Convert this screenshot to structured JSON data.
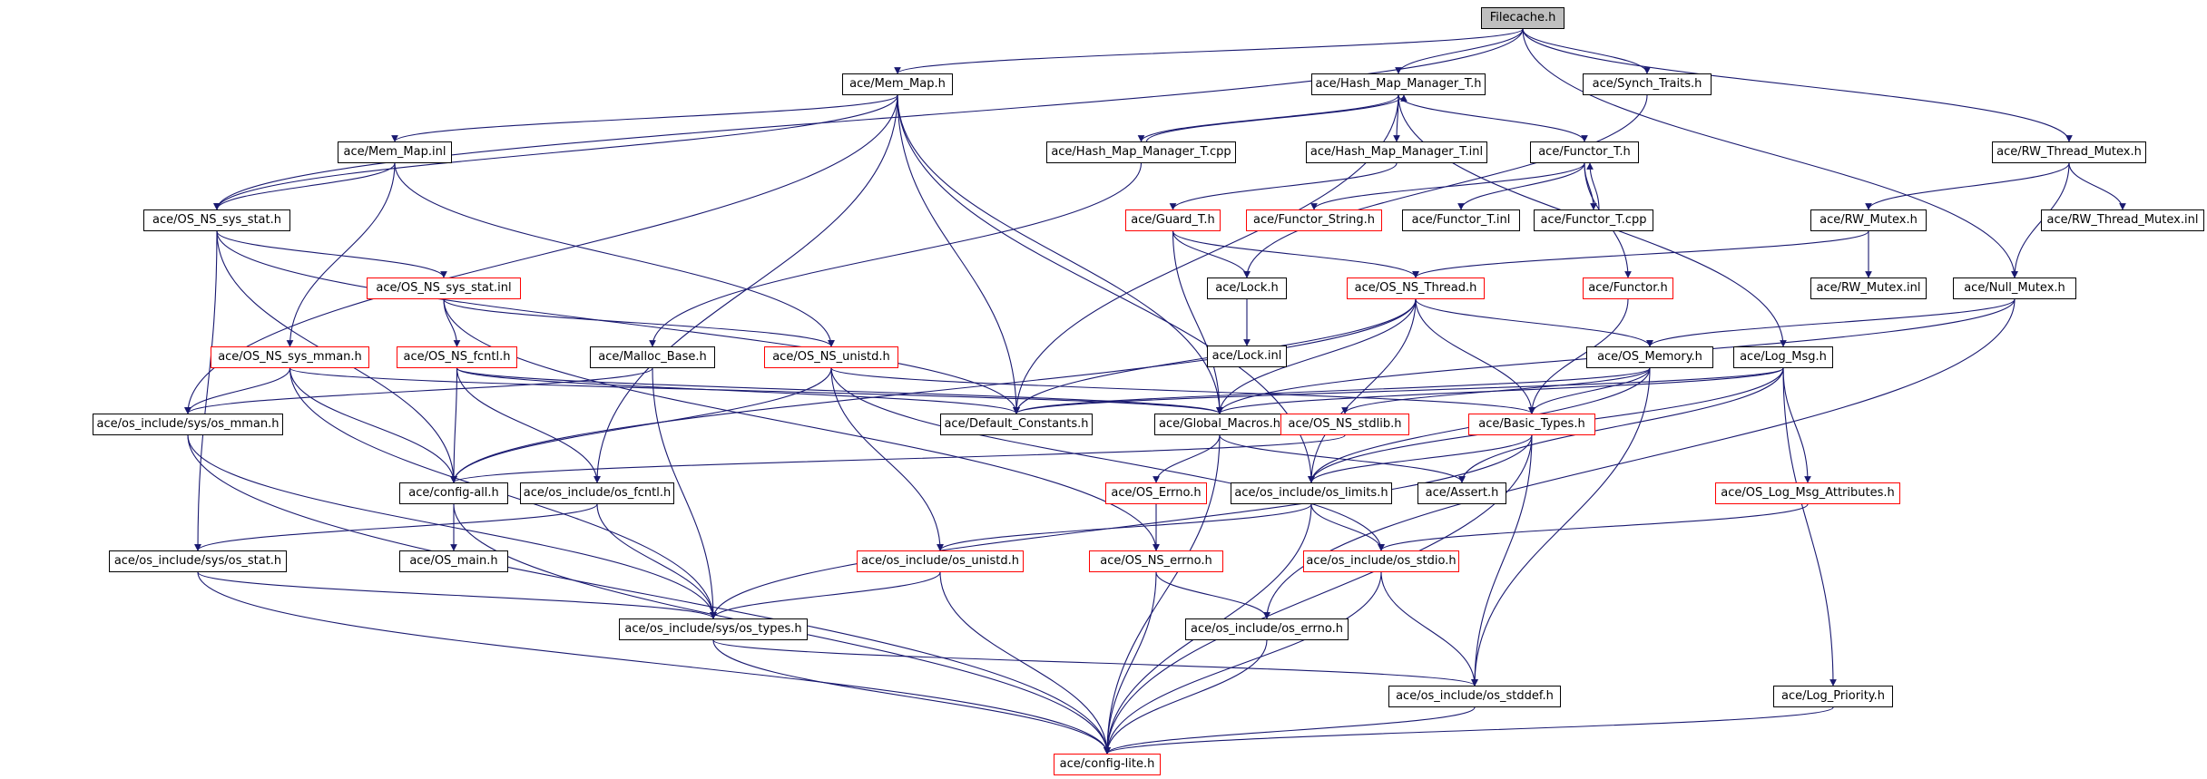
{
  "graph": {
    "root": "Filecache.h",
    "colors": {
      "edge": "#191970",
      "box_border": "#000000",
      "incomplete_border": "#ff0000",
      "root_fill": "#bfbfbf"
    },
    "nodes": {
      "filecache": "Filecache.h",
      "mem_map_h": "ace/Mem_Map.h",
      "hash_map_manager_t_h": "ace/Hash_Map_Manager_T.h",
      "synch_traits_h": "ace/Synch_Traits.h",
      "rw_thread_mutex_h": "ace/RW_Thread_Mutex.h",
      "mem_map_inl": "ace/Mem_Map.inl",
      "hash_map_manager_t_cpp": "ace/Hash_Map_Manager_T.cpp",
      "hash_map_manager_t_inl": "ace/Hash_Map_Manager_T.inl",
      "functor_t_h": "ace/Functor_T.h",
      "rw_thread_mutex_inl": "ace/RW_Thread_Mutex.inl",
      "os_ns_sys_stat_h": "ace/OS_NS_sys_stat.h",
      "guard_t_h": "ace/Guard_T.h",
      "functor_string_h": "ace/Functor_String.h",
      "functor_t_inl": "ace/Functor_T.inl",
      "functor_t_cpp": "ace/Functor_T.cpp",
      "rw_mutex_h": "ace/RW_Mutex.h",
      "os_ns_sys_stat_inl": "ace/OS_NS_sys_stat.inl",
      "lock_h": "ace/Lock.h",
      "os_ns_thread_h": "ace/OS_NS_Thread.h",
      "functor_h": "ace/Functor.h",
      "rw_mutex_inl": "ace/RW_Mutex.inl",
      "null_mutex_h": "ace/Null_Mutex.h",
      "lock_inl": "ace/Lock.inl",
      "os_ns_sys_mman_h": "ace/OS_NS_sys_mman.h",
      "os_ns_fcntl_h": "ace/OS_NS_fcntl.h",
      "malloc_base_h": "ace/Malloc_Base.h",
      "os_ns_unistd_h": "ace/OS_NS_unistd.h",
      "os_memory_h": "ace/OS_Memory.h",
      "log_msg_h": "ace/Log_Msg.h",
      "os_include_sys_os_mman_h": "ace/os_include/sys/os_mman.h",
      "default_constants_h": "ace/Default_Constants.h",
      "global_macros_h": "ace/Global_Macros.h",
      "os_ns_stdlib_h": "ace/OS_NS_stdlib.h",
      "basic_types_h": "ace/Basic_Types.h",
      "config_all_h": "ace/config-all.h",
      "os_include_os_fcntl_h": "ace/os_include/os_fcntl.h",
      "os_errno_h": "ace/OS_Errno.h",
      "os_include_os_limits_h": "ace/os_include/os_limits.h",
      "assert_h": "ace/Assert.h",
      "os_log_msg_attributes_h": "ace/OS_Log_Msg_Attributes.h",
      "os_include_sys_os_stat_h": "ace/os_include/sys/os_stat.h",
      "os_main_h": "ace/OS_main.h",
      "os_include_os_unistd_h": "ace/os_include/os_unistd.h",
      "os_ns_errno_h": "ace/OS_NS_errno.h",
      "os_include_os_stdio_h": "ace/os_include/os_stdio.h",
      "os_include_sys_os_types_h": "ace/os_include/sys/os_types.h",
      "os_include_os_errno_h": "ace/os_include/os_errno.h",
      "os_include_os_stddef_h": "ace/os_include/os_stddef.h",
      "log_priority_h": "ace/Log_Priority.h",
      "config_lite_h": "ace/config-lite.h"
    }
  }
}
